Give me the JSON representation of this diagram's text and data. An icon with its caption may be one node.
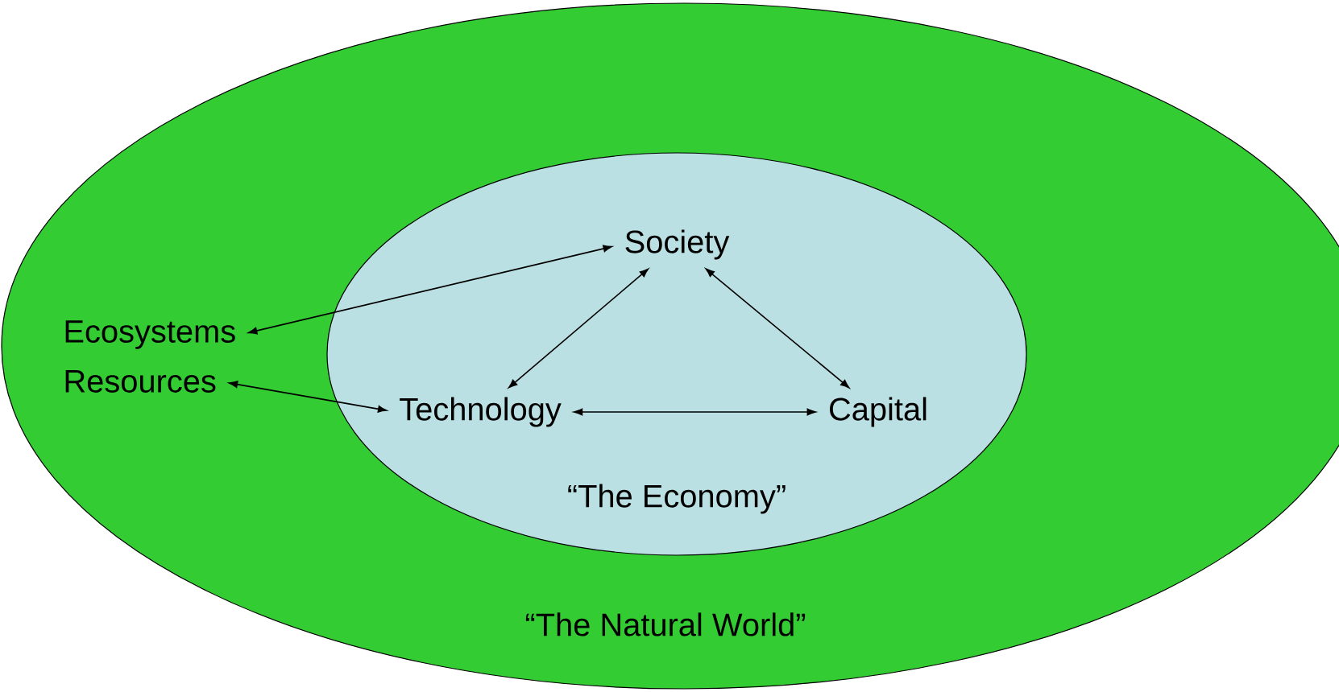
{
  "diagram": {
    "nodes": [
      {
        "text": [
          "“The Natural World”"
        ]
      },
      {
        "text": [
          "“The Economy”"
        ],
        "in": 0
      },
      {
        "text": [
          "Ecosystems"
        ],
        "in": 0
      },
      {
        "text": [
          "Resources"
        ],
        "in": 0
      },
      {
        "text": [
          "Society"
        ],
        "in": 1
      },
      {
        "text": [
          "Technology"
        ],
        "in": 1
      },
      {
        "text": [
          "Capital"
        ],
        "in": 1
      }
    ],
    "edges": [
      {
        "from": 2,
        "to": 4,
        "arrow": "both"
      },
      {
        "from": 3,
        "to": 5,
        "arrow": "both"
      },
      {
        "from": 4,
        "to": 5,
        "arrow": "both"
      },
      {
        "from": 4,
        "to": 6,
        "arrow": "both"
      },
      {
        "from": 5,
        "to": 6,
        "arrow": "both"
      }
    ]
  }
}
